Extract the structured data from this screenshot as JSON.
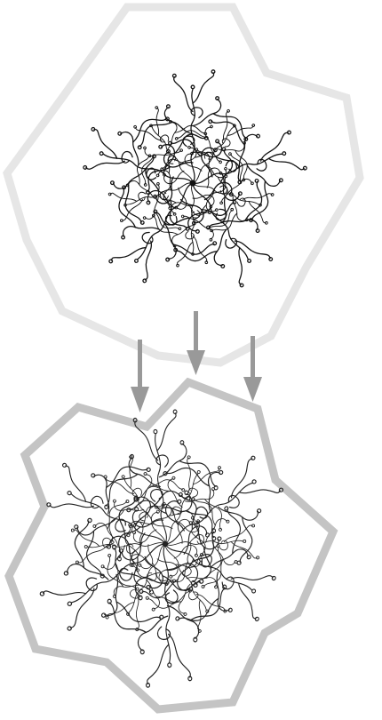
{
  "figure": {
    "kind": "star-outline-transform",
    "colors": {
      "top_outline": "#e6e6e6",
      "bottom_outline": "#c4c4c4",
      "arrows": "#999999",
      "pattern_stroke": "#111111",
      "background": "#ffffff"
    },
    "stages": [
      {
        "name": "source-pattern",
        "lobes": 5,
        "branch_style": "fractal-coral"
      },
      {
        "name": "deformed-pattern",
        "lobes": 6,
        "branch_style": "fractal-coral"
      }
    ],
    "arrow_count": 3
  }
}
